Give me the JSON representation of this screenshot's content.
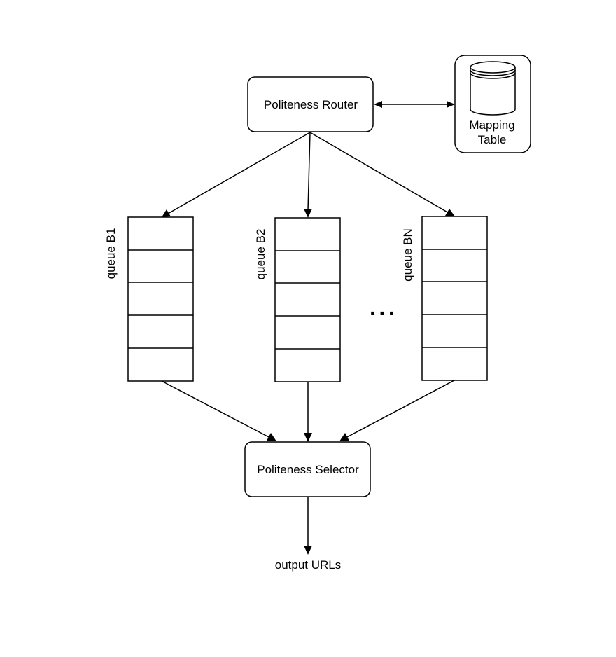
{
  "diagram": {
    "router": {
      "label": "Politeness Router"
    },
    "mapping_table": {
      "line1": "Mapping",
      "line2": "Table"
    },
    "queues": [
      {
        "label": "queue B1"
      },
      {
        "label": "queue B2"
      },
      {
        "label": "queue BN"
      }
    ],
    "ellipsis": "...",
    "selector": {
      "label": "Politeness Selector"
    },
    "output": {
      "label": "output URLs"
    },
    "colors": {
      "stroke": "#000000",
      "fill": "#ffffff"
    }
  }
}
